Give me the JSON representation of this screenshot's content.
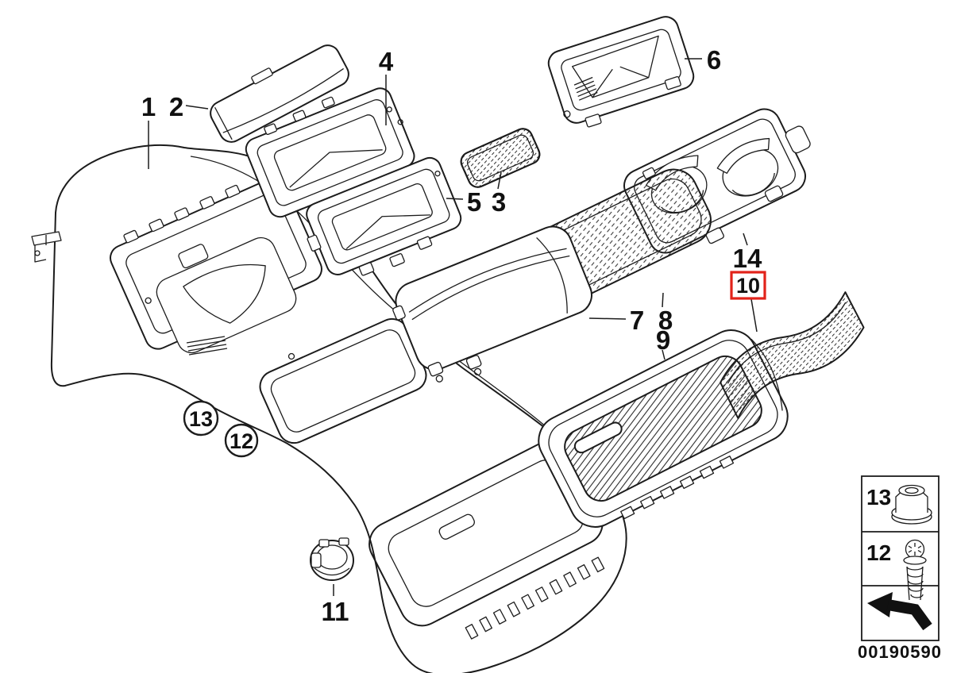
{
  "diagram": {
    "background_color": "#ffffff",
    "line_color": "#1c1c1c",
    "highlight_color": "#e2231a",
    "callouts": {
      "c1": {
        "label": "1",
        "style": "plain"
      },
      "c2": {
        "label": "2",
        "style": "plain"
      },
      "c3": {
        "label": "3",
        "style": "plain"
      },
      "c4": {
        "label": "4",
        "style": "plain"
      },
      "c5": {
        "label": "5",
        "style": "plain"
      },
      "c6": {
        "label": "6",
        "style": "plain"
      },
      "c7": {
        "label": "7",
        "style": "plain"
      },
      "c8": {
        "label": "8",
        "style": "plain"
      },
      "c9": {
        "label": "9",
        "style": "plain"
      },
      "c10": {
        "label": "10",
        "style": "boxed-red"
      },
      "c11": {
        "label": "11",
        "style": "plain"
      },
      "c12": {
        "label": "12",
        "style": "circled"
      },
      "c13": {
        "label": "13",
        "style": "circled"
      },
      "c14": {
        "label": "14",
        "style": "plain"
      }
    },
    "legend": {
      "rows": [
        {
          "number": "13",
          "icon": "flange-nut-icon"
        },
        {
          "number": "12",
          "icon": "screw-icon"
        },
        {
          "icon": "direction-arrow-icon"
        }
      ],
      "diagram_number": "00190590"
    }
  }
}
